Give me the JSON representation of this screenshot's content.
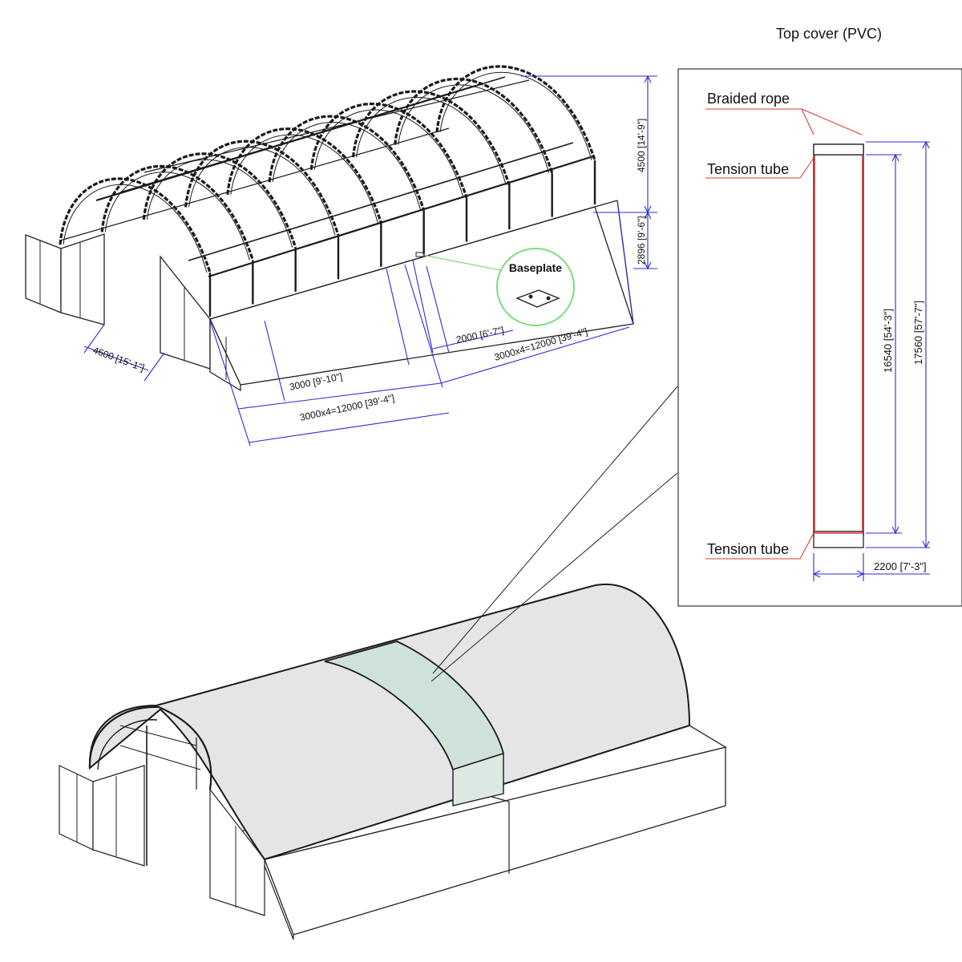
{
  "titles": {
    "top_cover": "Top cover (PVC)"
  },
  "callouts": {
    "braided_rope": "Braided rope",
    "tension_tube_top": "Tension tube",
    "tension_tube_bottom": "Tension tube",
    "baseplate": "Baseplate"
  },
  "dimensions": {
    "frame_height": "4500 [14'-9\"]",
    "wall_height": "2896 [9'-6\"]",
    "end_width": "4600 [15'-1\"]",
    "bay_spacing": "3000 [9'-10\"]",
    "length_front": "3000x4=12000 [39'-4\"]",
    "gap_between": "2000 [6'-7\"]",
    "length_back": "3000x4=12000 [39'-4\"]",
    "cover_inner_length": "16540 [54'-3\"]",
    "cover_outer_length": "17560 [57'-7\"]",
    "cover_width": "2200 [7'-3\"]"
  },
  "colors": {
    "dimension": "#2b2bd6",
    "leader": "#d83a3a",
    "frame": "#1a1a1a",
    "cover": "#e5e5e8",
    "highlight_panel": "#cfe2d9",
    "baseplate_ring": "#7ddc7d"
  }
}
